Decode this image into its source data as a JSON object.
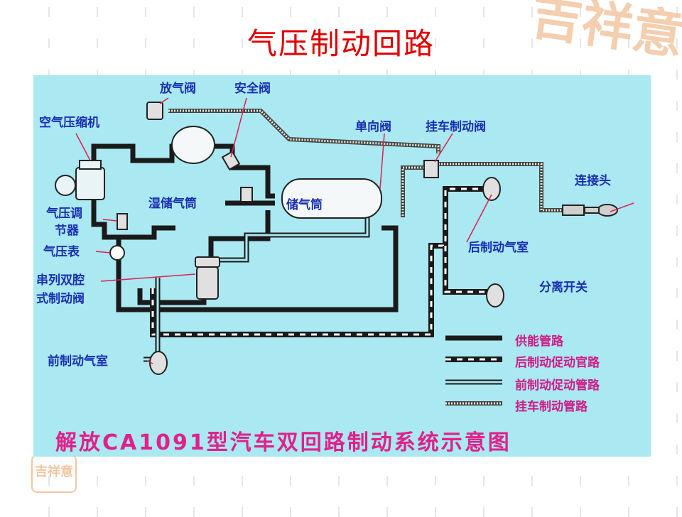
{
  "title": "气压制动回路",
  "caption": "解放CA1091型汽车双回路制动系统示意图",
  "labels": {
    "compressor": "空气压缩机",
    "bleed_valve": "放气阀",
    "safety_valve": "安全阀",
    "check_valve": "单向阀",
    "trailer_brake_valve": "挂车制动阀",
    "wet_tank": "湿储气筒",
    "tank": "储气筒",
    "connector": "连接头",
    "regulator_line1": "气压调",
    "regulator_line2": "节器",
    "pressure_gauge": "气压表",
    "rear_chamber": "后制动气室",
    "tandem_valve_line1": "串列双腔",
    "tandem_valve_line2": "式制动阀",
    "isolation_switch": "分离开关",
    "front_chamber": "前制动气室"
  },
  "legend": [
    {
      "label": "供能管路",
      "style": "solid-black"
    },
    {
      "label": "后制动促动官路",
      "style": "dashed-white"
    },
    {
      "label": "前制动促动管路",
      "style": "double-line"
    },
    {
      "label": "挂车制动管路",
      "style": "dotted-double"
    }
  ],
  "colors": {
    "title": "#e00000",
    "panel": "#aae8f2",
    "label": "#1a2fb0",
    "legend": "#d01b86",
    "pointer": "#e0204a"
  },
  "watermark": {
    "text": "吉祥意",
    "small_text": "吉祥意"
  }
}
